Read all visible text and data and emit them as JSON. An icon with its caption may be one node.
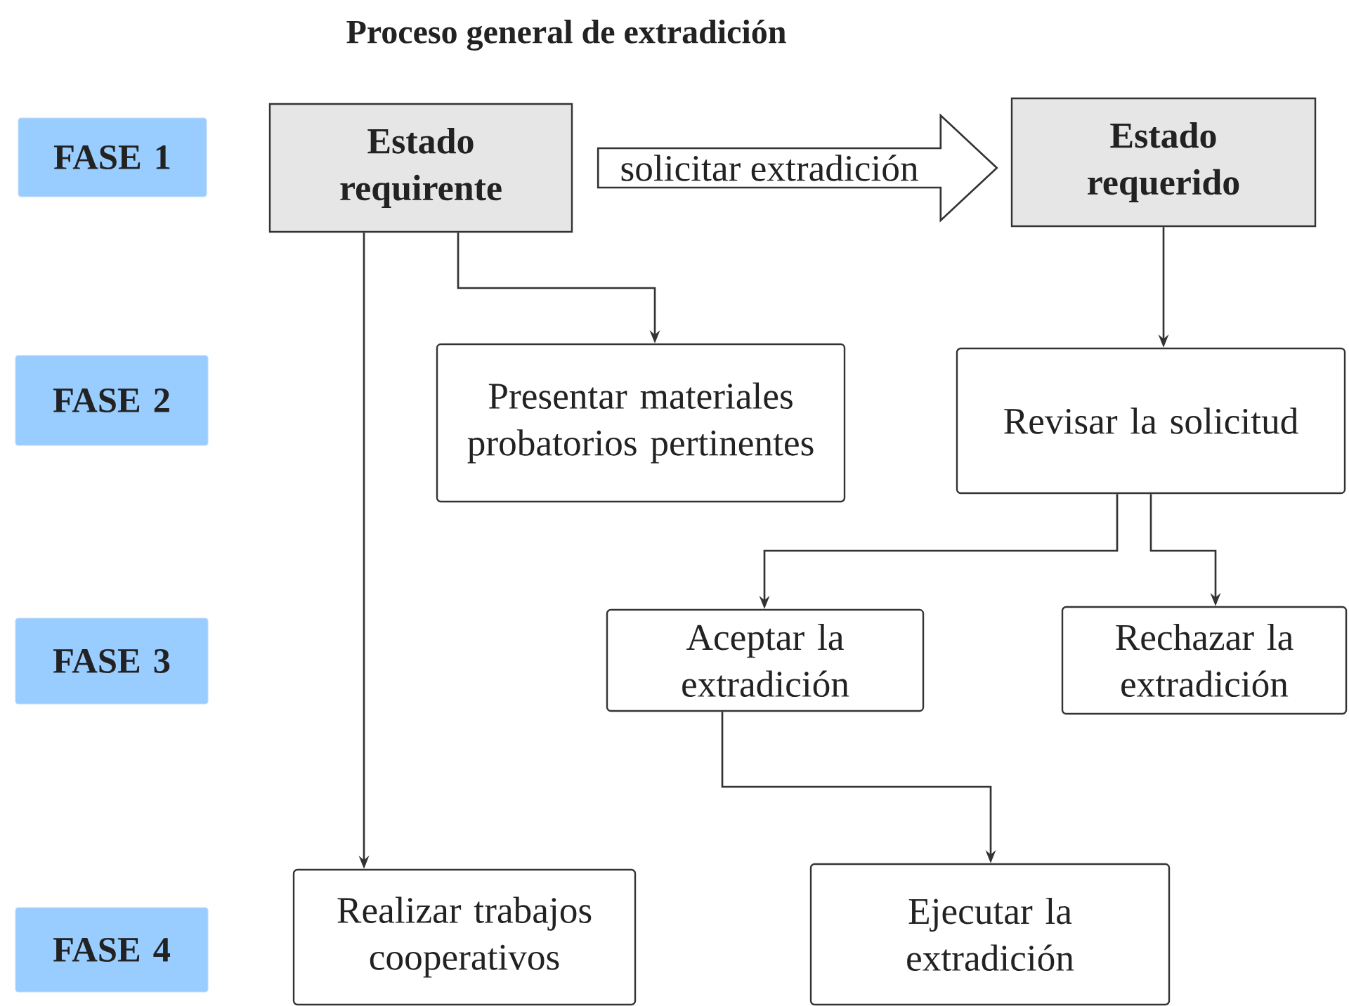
{
  "diagram": {
    "title": "Proceso general de extradición",
    "nodes": [
      {
        "text": [
          "FASE 1"
        ]
      },
      {
        "text": [
          "FASE 2"
        ]
      },
      {
        "text": [
          "FASE 3"
        ]
      },
      {
        "text": [
          "FASE 4"
        ]
      },
      {
        "text": [
          "Estado requirente"
        ]
      },
      {
        "text": [
          "Estado requerido"
        ]
      },
      {
        "text": [
          "Presentar materiales probatorios pertinentes"
        ]
      },
      {
        "text": [
          "Revisar la solicitud"
        ]
      },
      {
        "text": [
          "Aceptar la extradición"
        ]
      },
      {
        "text": [
          "Rechazar la extradición"
        ]
      },
      {
        "text": [
          "Realizar trabajos cooperativos"
        ]
      },
      {
        "text": [
          "Ejecutar la extradición"
        ]
      }
    ],
    "edges": [
      {
        "from": 4,
        "to": 5,
        "arrow": "to",
        "label": "solicitar extradición",
        "style": "thick"
      },
      {
        "from": 4,
        "to": 6,
        "arrow": "to"
      },
      {
        "from": 4,
        "to": 10,
        "arrow": "to"
      },
      {
        "from": 5,
        "to": 7,
        "arrow": "to"
      },
      {
        "from": 7,
        "to": 8,
        "arrow": "to"
      },
      {
        "from": 7,
        "to": 9,
        "arrow": "to"
      },
      {
        "from": 8,
        "to": 11,
        "arrow": "to"
      }
    ]
  }
}
